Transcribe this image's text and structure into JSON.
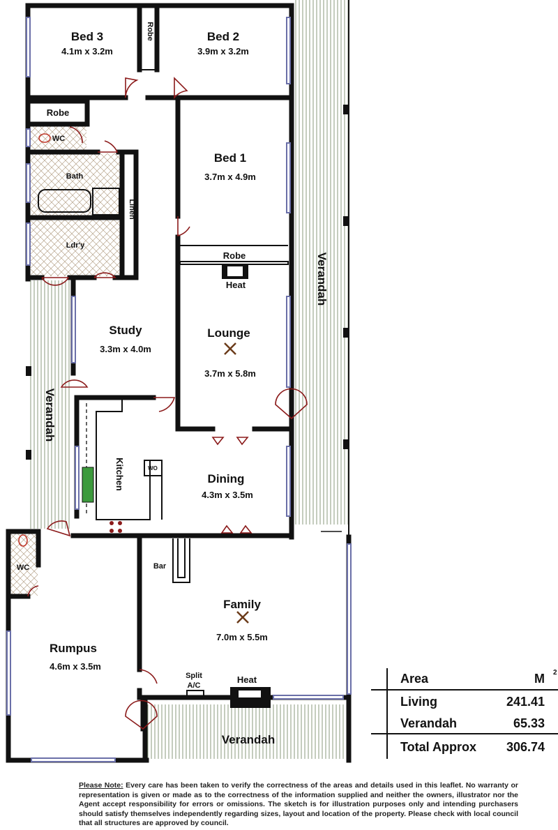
{
  "rooms": {
    "bed3": {
      "name": "Bed 3",
      "dims": "4.1m x 3.2m"
    },
    "bed2": {
      "name": "Bed 2",
      "dims": "3.9m x 3.2m"
    },
    "bed1": {
      "name": "Bed 1",
      "dims": "3.7m x 4.9m"
    },
    "robe_top": "Robe",
    "robe_left": "Robe",
    "robe_bed1": "Robe",
    "wc_top": "WC",
    "bath": "Bath",
    "linen": "Linen",
    "laundry": "Ldr'y",
    "heat_lounge": "Heat",
    "study": {
      "name": "Study",
      "dims": "3.3m x 4.0m"
    },
    "lounge": {
      "name": "Lounge",
      "dims": "3.7m x 5.8m"
    },
    "kitchen": "Kitchen",
    "wo": "WO",
    "dining": {
      "name": "Dining",
      "dims": "4.3m x 3.5m"
    },
    "verandah_right": "Verandah",
    "verandah_left": "Verandah",
    "verandah_bottom": "Verandah",
    "bar": "Bar",
    "wc_bottom": "WC",
    "family": {
      "name": "Family",
      "dims": "7.0m x 5.5m"
    },
    "rumpus": {
      "name": "Rumpus",
      "dims": "4.6m x 3.5m"
    },
    "split_ac_1": "Split",
    "split_ac_2": "A/C",
    "heat_family": "Heat"
  },
  "area_table": {
    "header_label": "Area",
    "header_unit": "M",
    "header_unit_sup": "2",
    "rows": [
      {
        "label": "Living",
        "value": "241.41"
      },
      {
        "label": "Verandah",
        "value": "65.33"
      }
    ],
    "total": {
      "label": "Total Approx",
      "value": "306.74"
    }
  },
  "note": {
    "title": "Please Note:",
    "body": " Every care has been taken to verify the correctness of the areas and details used in this leaflet. No warranty or representation is given or made as to the correctness of the information supplied and neither the owners, illustrator nor the Agent accept responsibility for errors or omissions. The sketch is for illustration purposes only and intending purchasers should satisfy themselves independently regarding sizes, layout and location of the property. Please check with local council that all structures are approved by council."
  }
}
